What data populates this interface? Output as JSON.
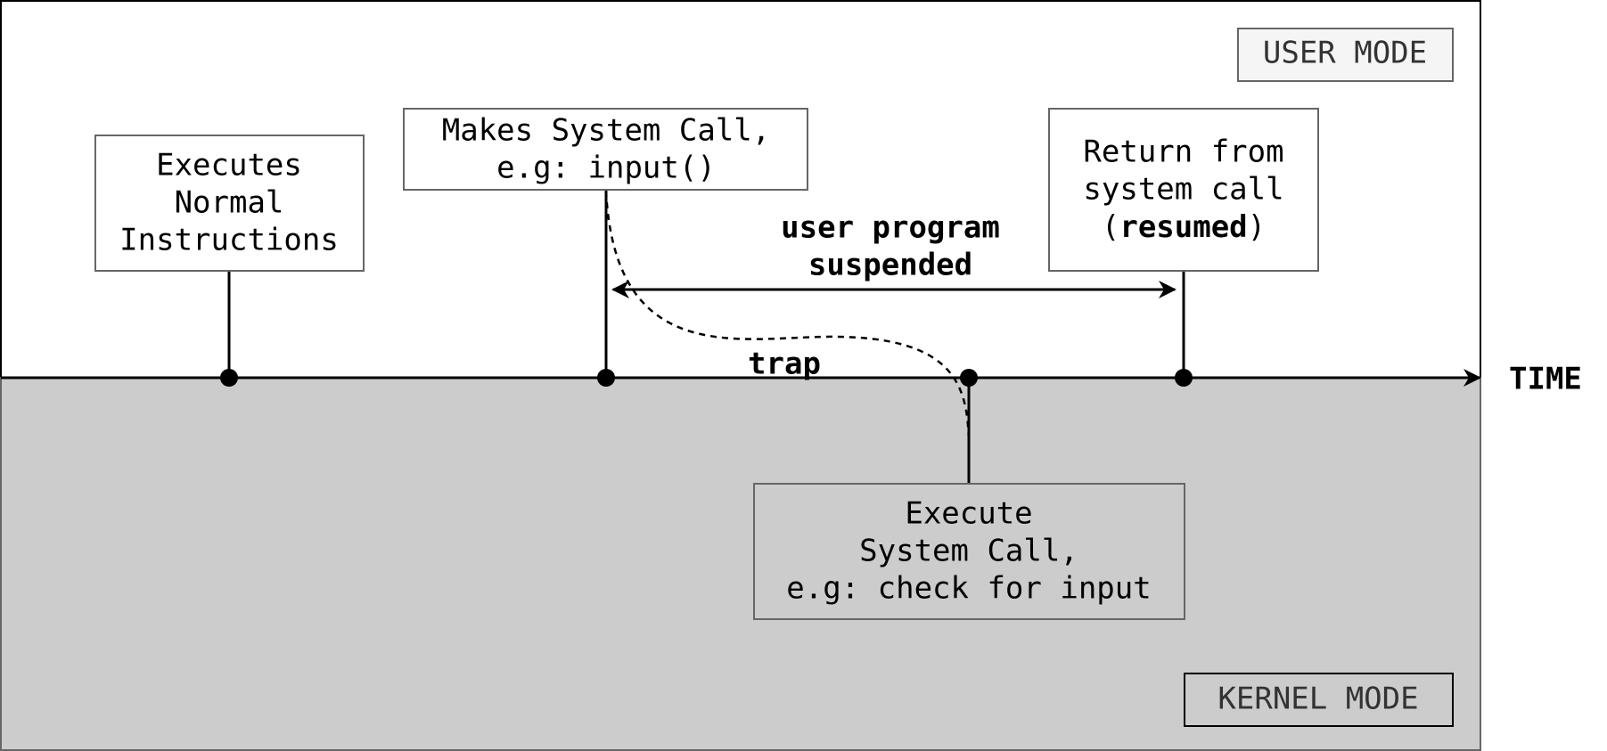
{
  "regions": {
    "user_mode_label": "USER MODE",
    "kernel_mode_label": "KERNEL MODE"
  },
  "axis": {
    "label": "TIME"
  },
  "events": {
    "normal": [
      "Executes",
      "Normal",
      "Instructions"
    ],
    "syscall": [
      "Makes System Call,",
      "e.g: input()"
    ],
    "return": {
      "line1": "Return from",
      "line2": "system call",
      "line3_open": "(",
      "line3_bold": "resumed",
      "line3_close": ")"
    },
    "kernel_exec": [
      "Execute",
      "System Call,",
      "e.g: check for input"
    ]
  },
  "annotations": {
    "suspended": [
      "user program",
      "suspended"
    ],
    "trap": "trap"
  },
  "colors": {
    "kernel_background": "#cccccc",
    "user_background": "#ffffff",
    "box_border": "#666666",
    "line": "#000000",
    "mode_label_fill": "#f5f5f5"
  }
}
